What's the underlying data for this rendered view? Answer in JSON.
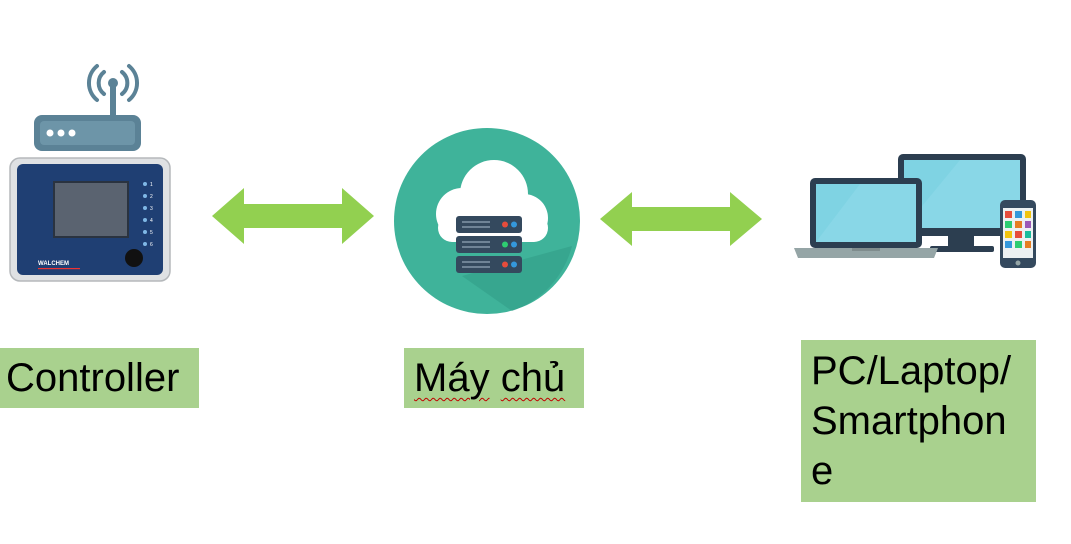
{
  "nodes": {
    "controller": {
      "label": "Controller",
      "brand_text": "WALCHEM",
      "led_numbers": [
        "1",
        "2",
        "3",
        "4",
        "5",
        "6"
      ]
    },
    "server": {
      "label_word1": "Máy",
      "label_word2": "chủ"
    },
    "clients": {
      "label_line1": "PC/Laptop/",
      "label_line2": "Smartphon",
      "label_line3": "e"
    }
  },
  "colors": {
    "label_bg": "#a9d18e",
    "arrow": "#92d050",
    "cloud_circle": "#3fb39a",
    "controller_body": "#1f3f73",
    "router": "#5b8296"
  },
  "icons": [
    "wifi-router-icon",
    "controller-device-icon",
    "cloud-server-icon",
    "devices-icon"
  ]
}
